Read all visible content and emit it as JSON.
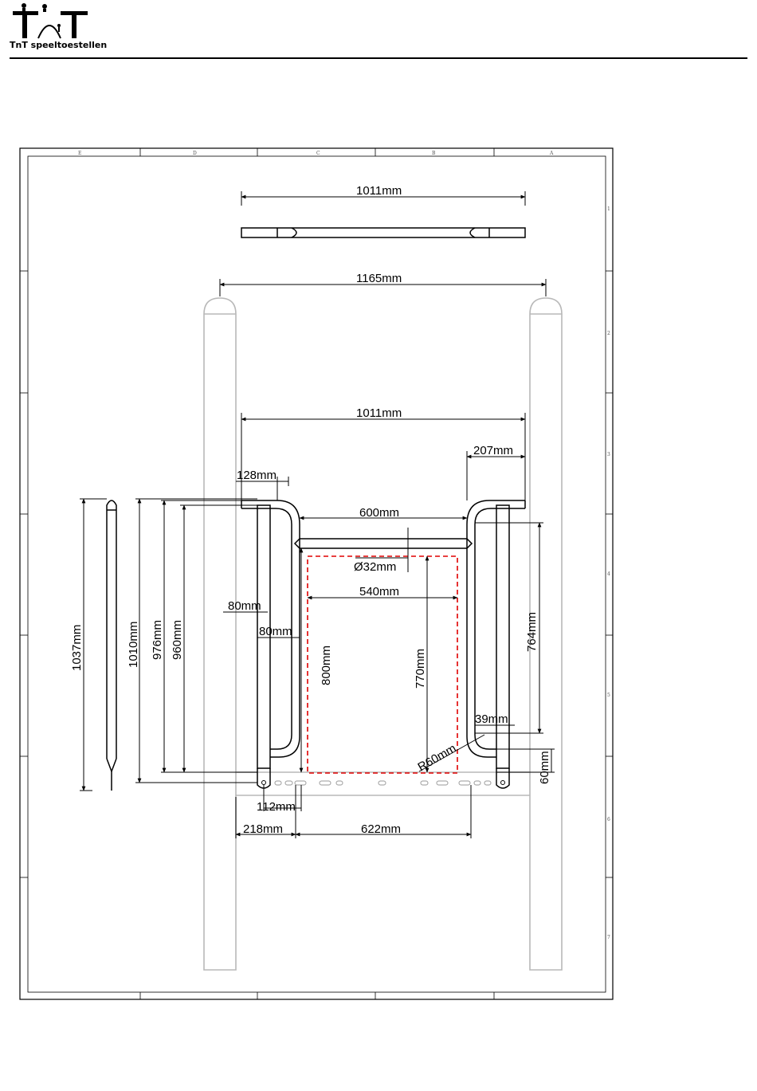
{
  "header": {
    "brand": "TnT speeltoestellen",
    "logo": "tnt-playground-logo"
  },
  "drawing": {
    "frame_columns": [
      "E",
      "D",
      "C",
      "B",
      "A"
    ],
    "frame_rows": [
      "1",
      "2",
      "3",
      "4",
      "5",
      "6",
      "7"
    ],
    "dimensions": {
      "top_bar_width": "1011mm",
      "post_span": "1165mm",
      "frame_width": "1011mm",
      "right_offset": "207mm",
      "left_offset": "128mm",
      "inner_width": "600mm",
      "tube_diameter": "Ø32mm",
      "dashed_width": "540mm",
      "left_80a": "80mm",
      "left_80b": "80mm",
      "total_height": "1037mm",
      "height_1010": "1010mm",
      "height_976": "976mm",
      "height_960": "960mm",
      "inner_height_800": "800mm",
      "dashed_height_770": "770mm",
      "right_height_764": "764mm",
      "right_39": "39mm",
      "radius": "R60mm",
      "right_60": "60mm",
      "bottom_112": "112mm",
      "bottom_218": "218mm",
      "bottom_622": "622mm"
    },
    "colors": {
      "line": "#000000",
      "ghost": "#b8b8b8",
      "accent": "#e00000"
    }
  }
}
